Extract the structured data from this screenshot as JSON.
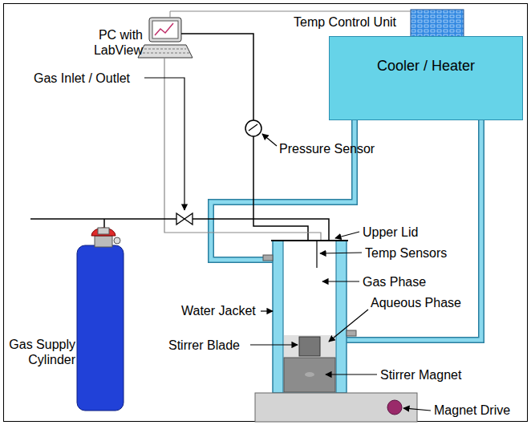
{
  "diagram": {
    "nodes": [
      {
        "text": [
          "Cooler / Heater"
        ]
      }
    ],
    "labels": [
      "PC with LabView",
      "Temp Control Unit",
      "Pressure Sensor",
      "Gas Inlet / Outlet",
      "Upper Lid",
      "Temp Sensors",
      "Gas Phase",
      "Aqueous Phase",
      "Water Jacket",
      "Stirrer Blade",
      "Stirrer Magnet",
      "Magnet Drive",
      "Gas Supply Cylinder"
    ]
  }
}
